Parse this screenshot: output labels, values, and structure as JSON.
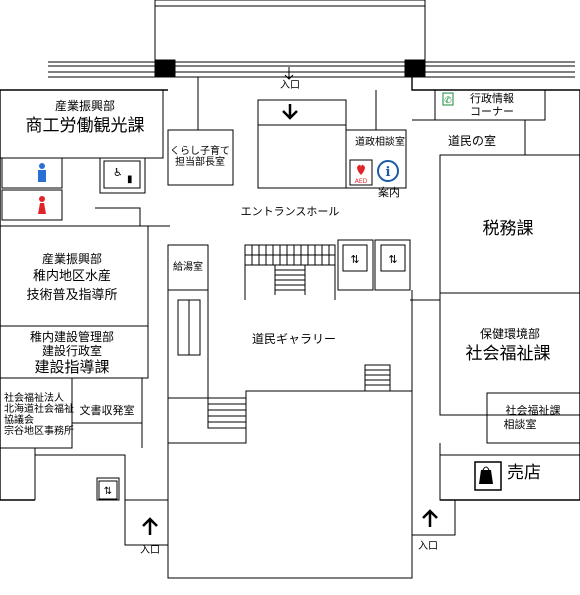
{
  "rooms": {
    "industry_top": {
      "dept": "産業振興部",
      "name": "商工労働観光課"
    },
    "kurashi": {
      "line1": "くらし子育て",
      "line2": "担当部長室"
    },
    "consult": {
      "label": "道政相談室"
    },
    "info": {
      "label": "案内",
      "aed": "AED"
    },
    "gyosei": {
      "line1": "行政情報",
      "line2": "コーナー"
    },
    "domin_room": {
      "label": "道民の室"
    },
    "entrance_hall": {
      "label": "エントランスホール"
    },
    "zeimu": {
      "label": "税務課"
    },
    "kyuto": {
      "label": "給湯室"
    },
    "industry_mid": {
      "dept": "産業振興部",
      "line1": "稚内地区水産",
      "line2": "技術普及指導所"
    },
    "gallery": {
      "label": "道民ギャラリー"
    },
    "kensetsu": {
      "line1": "稚内建設管理部",
      "line2": "建設行政室",
      "name": "建設指導課"
    },
    "hoken": {
      "dept": "保健環境部",
      "name": "社会福祉課"
    },
    "shafuku_office": {
      "line1": "社会福祉法人",
      "line2": "北海道社会福祉",
      "line3": "協議会",
      "line4": "宗谷地区事務所"
    },
    "bunsho": {
      "label": "文書収発室"
    },
    "shafuku_consult": {
      "line1": "社会福祉課",
      "line2": "相談室"
    },
    "shop": {
      "label": "売店"
    }
  },
  "entrances": {
    "top": "入口",
    "left": "入口",
    "right": "入口"
  },
  "icons": [
    "phone-icon",
    "male-toilet-icon",
    "accessible-toilet-icon",
    "female-toilet-icon",
    "elevator-icon",
    "aed-icon",
    "info-icon",
    "shopping-bag-icon",
    "arrow-up-icon",
    "arrow-down-icon"
  ],
  "colors": {
    "walls": "#000000",
    "male": "#2a6fd6",
    "female": "#e0242a",
    "aed": "#e0242a",
    "info": "#1c5aa8",
    "phone": "#1a8a3a",
    "background": "#ffffff"
  }
}
